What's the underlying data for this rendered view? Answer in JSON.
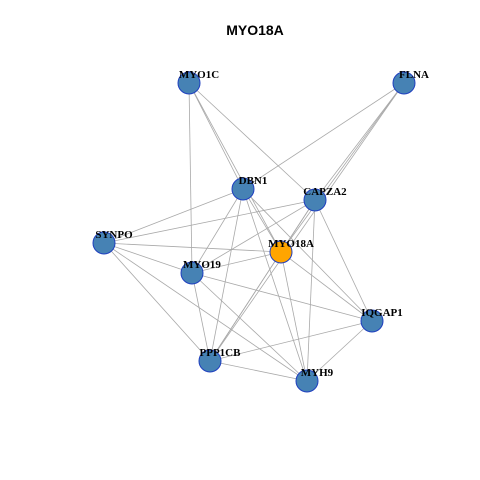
{
  "title": "MYO18A",
  "colors": {
    "node_default": "#4682b4",
    "node_focus": "#ffa500",
    "node_border": "#1f3fbf",
    "edge": "#a9a9a9"
  },
  "network": {
    "focus": "MYO18A",
    "nodes": [
      {
        "id": "MYO1C"
      },
      {
        "id": "FLNA"
      },
      {
        "id": "DBN1"
      },
      {
        "id": "CAPZA2"
      },
      {
        "id": "SYNPO"
      },
      {
        "id": "MYO18A"
      },
      {
        "id": "MYO19"
      },
      {
        "id": "IQGAP1"
      },
      {
        "id": "PPP1CB"
      },
      {
        "id": "MYH9"
      }
    ],
    "edges": [
      [
        "MYO1C",
        "DBN1"
      ],
      [
        "MYO1C",
        "CAPZA2"
      ],
      [
        "MYO1C",
        "MYO19"
      ],
      [
        "MYO1C",
        "MYO18A"
      ],
      [
        "FLNA",
        "DBN1"
      ],
      [
        "FLNA",
        "CAPZA2"
      ],
      [
        "FLNA",
        "MYO18A"
      ],
      [
        "FLNA",
        "PPP1CB"
      ],
      [
        "DBN1",
        "SYNPO"
      ],
      [
        "DBN1",
        "MYO19"
      ],
      [
        "DBN1",
        "MYO18A"
      ],
      [
        "DBN1",
        "PPP1CB"
      ],
      [
        "DBN1",
        "IQGAP1"
      ],
      [
        "DBN1",
        "MYH9"
      ],
      [
        "CAPZA2",
        "SYNPO"
      ],
      [
        "CAPZA2",
        "MYO19"
      ],
      [
        "CAPZA2",
        "MYO18A"
      ],
      [
        "CAPZA2",
        "IQGAP1"
      ],
      [
        "CAPZA2",
        "PPP1CB"
      ],
      [
        "CAPZA2",
        "MYH9"
      ],
      [
        "SYNPO",
        "MYO19"
      ],
      [
        "SYNPO",
        "MYO18A"
      ],
      [
        "SYNPO",
        "PPP1CB"
      ],
      [
        "SYNPO",
        "MYH9"
      ],
      [
        "MYO18A",
        "MYO19"
      ],
      [
        "MYO18A",
        "IQGAP1"
      ],
      [
        "MYO18A",
        "PPP1CB"
      ],
      [
        "MYO18A",
        "MYH9"
      ],
      [
        "MYO19",
        "IQGAP1"
      ],
      [
        "MYO19",
        "PPP1CB"
      ],
      [
        "MYO19",
        "MYH9"
      ],
      [
        "IQGAP1",
        "PPP1CB"
      ],
      [
        "IQGAP1",
        "MYH9"
      ],
      [
        "PPP1CB",
        "MYH9"
      ]
    ]
  }
}
